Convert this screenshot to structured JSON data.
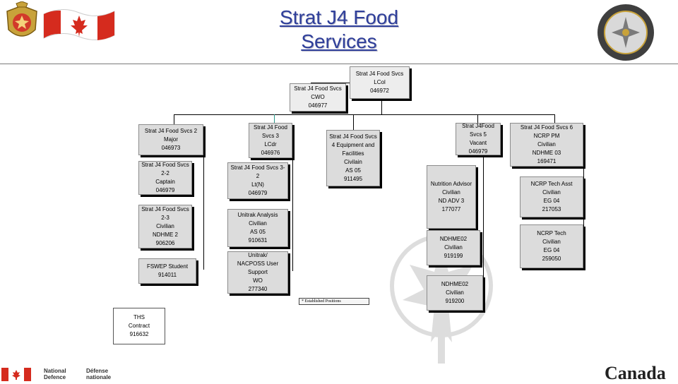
{
  "title_lines": [
    "Strat J4 Food",
    "Services"
  ],
  "footer": {
    "dept_en_1": "National",
    "dept_en_2": "Defence",
    "dept_fr_1": "Défense",
    "dept_fr_2": "nationale",
    "wordmark": "Canada"
  },
  "note": "* Established Positions",
  "colors": {
    "title": "#2f3f9a",
    "box": "#dcdcdc",
    "flag_red": "#d52b1e",
    "connector_teal": "#2a9a8a"
  },
  "boxes": {
    "lcol": [
      "Strat J4 Food Svcs",
      "LCol",
      "046972"
    ],
    "cwo": [
      "Strat J4 Food Svcs",
      "CWO",
      "046977"
    ],
    "svcs2": [
      "Strat J4 Food Svcs 2",
      "Major",
      "046973"
    ],
    "svcs22": [
      "Strat J4 Food Svcs",
      "2-2",
      "Captain",
      "046979"
    ],
    "svcs23": [
      "Strat J4 Food Svcs",
      "2-3",
      "Civilian",
      "NDHME 2",
      "906206"
    ],
    "fswep": [
      "FSWEP Student",
      "914011"
    ],
    "ths": [
      "THS",
      "Contract",
      "916632"
    ],
    "svcs3": [
      "Strat J4 Food",
      "Svcs 3",
      "LCdr",
      "046976"
    ],
    "svcs32": [
      "Strat J4 Food Svcs 3-",
      "2",
      "Lt(N)",
      "046979"
    ],
    "unitrak": [
      "Unitrak Analysis",
      "Civilian",
      "AS 05",
      "910631"
    ],
    "unitrak2": [
      "Unitrak/",
      "NACPOSS User",
      "Support",
      "WO",
      "277340"
    ],
    "svcs4": [
      "Strat J4 Food Svcs",
      "4 Equipment and",
      "Facilities",
      "Civilain",
      "AS 05",
      "911495"
    ],
    "svcs5": [
      "Strat J4Food",
      "Svcs 5",
      "Vacant",
      "046979"
    ],
    "nutrition": [
      "Nutrition Advisor",
      "Civilian",
      "ND ADV 3",
      "177077"
    ],
    "ndhme02a": [
      "NDHME02",
      "Civilian",
      "919199"
    ],
    "ndhme02b": [
      "NDHME02",
      "Civilian",
      "919200"
    ],
    "svcs6": [
      "Strat J4 Food Svcs 6",
      "NCRP PM",
      "Civilian",
      "NDHME 03",
      "169471"
    ],
    "techasst": [
      "NCRP Tech Asst",
      "Civilian",
      "EG 04",
      "217053"
    ],
    "tech": [
      "NCRP Tech",
      "Civilian",
      "EG 04",
      "259050"
    ]
  }
}
